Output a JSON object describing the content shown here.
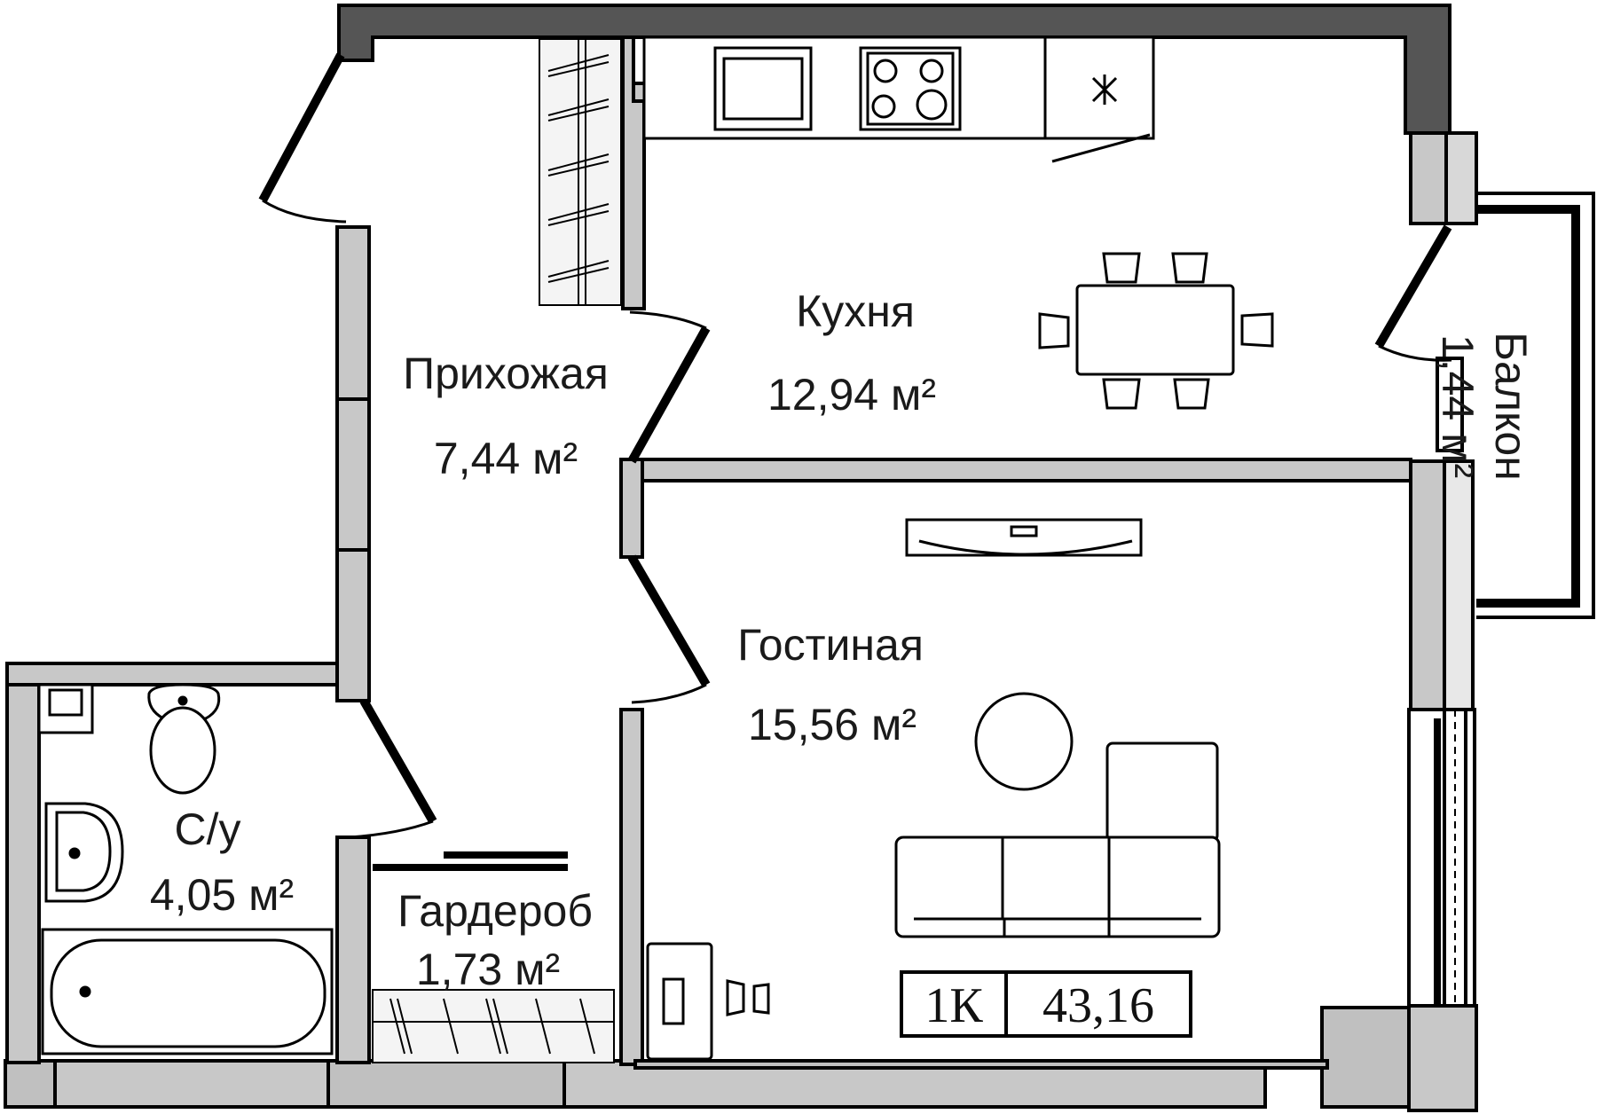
{
  "plan": {
    "rooms": [
      {
        "id": "hallway",
        "name": "Прихожая",
        "area": "7,44 м²"
      },
      {
        "id": "kitchen",
        "name": "Кухня",
        "area": "12,94 м²"
      },
      {
        "id": "living",
        "name": "Гостиная",
        "area": "15,56 м²"
      },
      {
        "id": "bathroom",
        "name": "С/у",
        "area": "4,05 м²"
      },
      {
        "id": "wardrobe",
        "name": "Гардероб",
        "area": "1,73 м²"
      },
      {
        "id": "balcony",
        "name": "Балкон",
        "area": "1,44 м²"
      }
    ],
    "badge": {
      "type": "1К",
      "total_area": "43,16"
    }
  }
}
